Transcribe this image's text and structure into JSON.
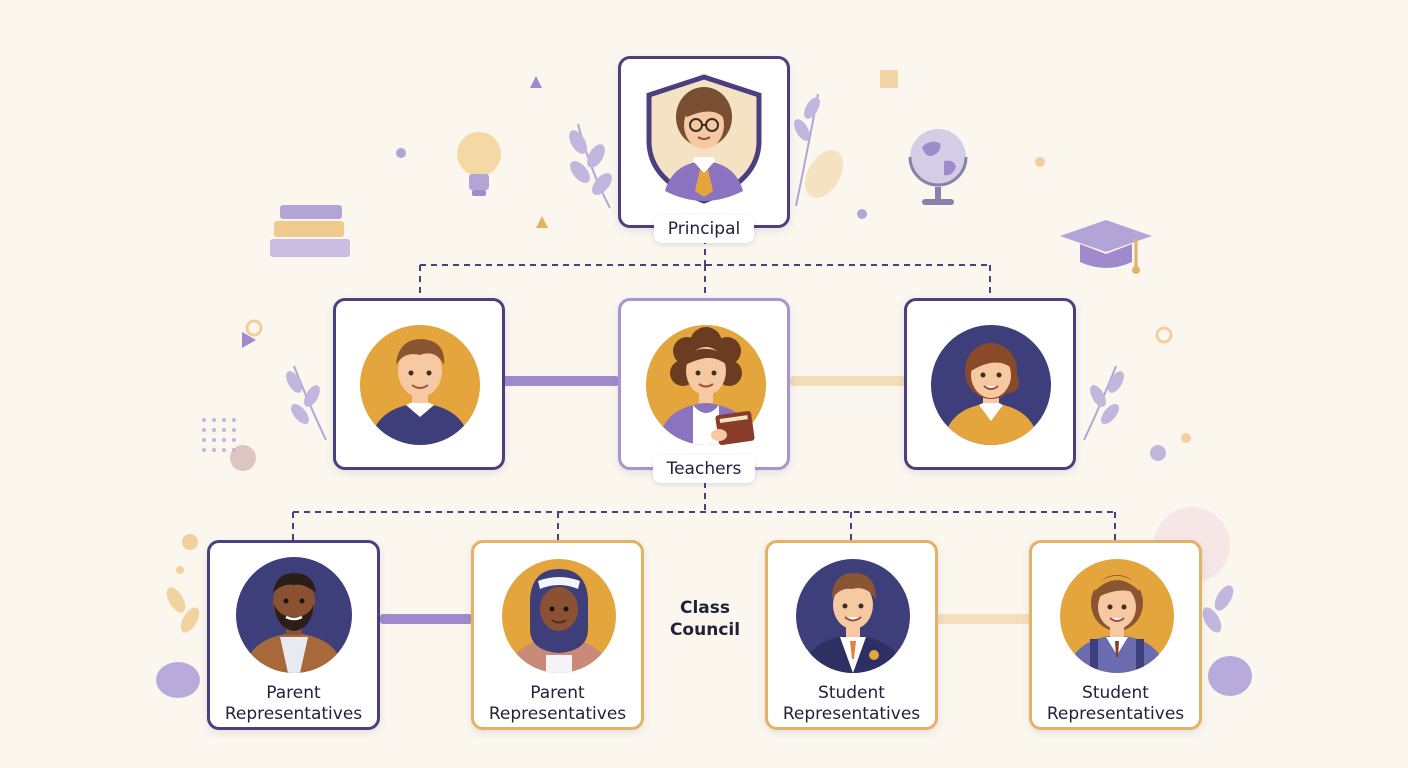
{
  "nodes": {
    "principal": {
      "label": "Principal"
    },
    "teachers": {
      "label": "Teachers"
    },
    "class_council": {
      "line1": "Class",
      "line2": "Council"
    },
    "parent_rep_1": {
      "line1": "Parent",
      "line2": "Representatives"
    },
    "parent_rep_2": {
      "line1": "Parent",
      "line2": "Representatives"
    },
    "student_rep_1": {
      "line1": "Student",
      "line2": "Representatives"
    },
    "student_rep_2": {
      "line1": "Student",
      "line2": "Representatives"
    }
  },
  "colors": {
    "navy": "#4b3f80",
    "purple": "#8b73c2",
    "gold": "#e3b264",
    "lavender": "#b3a4d8",
    "background": "#fbf7ef"
  },
  "icons": [
    "shield-icon",
    "lightbulb-icon",
    "books-icon",
    "globe-icon",
    "graduation-cap-icon",
    "leaf-icon",
    "book-icon"
  ]
}
